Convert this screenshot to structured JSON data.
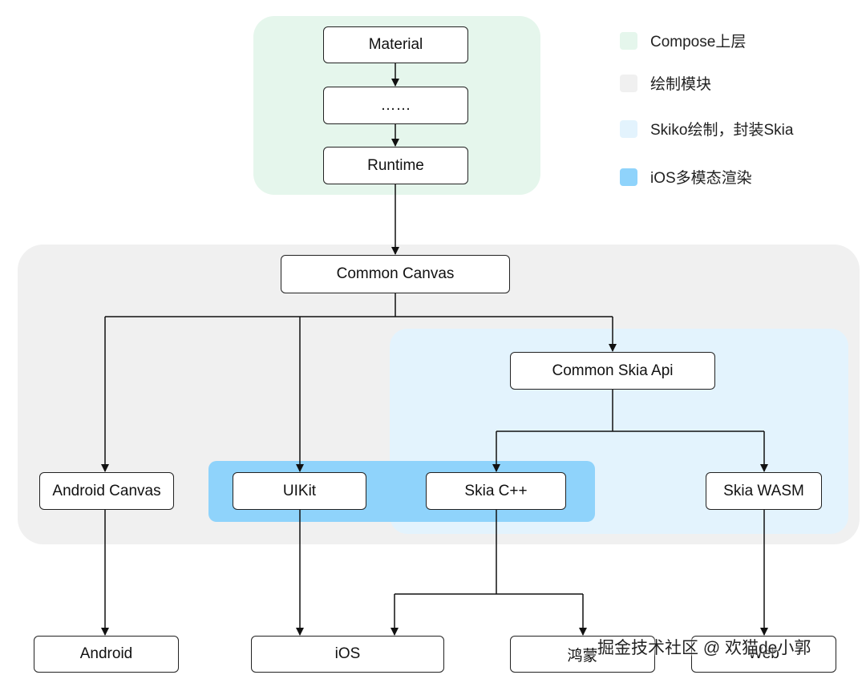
{
  "nodes": {
    "material": "Material",
    "ellipsis": "……",
    "runtime": "Runtime",
    "common_canvas": "Common Canvas",
    "common_skia_api": "Common Skia Api",
    "android_canvas": "Android Canvas",
    "uikit": "UIKit",
    "skia_cpp": "Skia C++",
    "skia_wasm": "Skia WASM",
    "android": "Android",
    "ios": "iOS",
    "harmony": "鸿蒙",
    "web": "Web"
  },
  "legend": [
    {
      "label": "Compose上层",
      "color": "#e5f6ec"
    },
    {
      "label": "绘制模块",
      "color": "#f0f0f0"
    },
    {
      "label": "Skiko绘制，封装Skia",
      "color": "#e3f3fd"
    },
    {
      "label": "iOS多模态渲染",
      "color": "#8fd3fb"
    }
  ],
  "watermark": "掘金技术社区 @ 欢猫de小郭"
}
